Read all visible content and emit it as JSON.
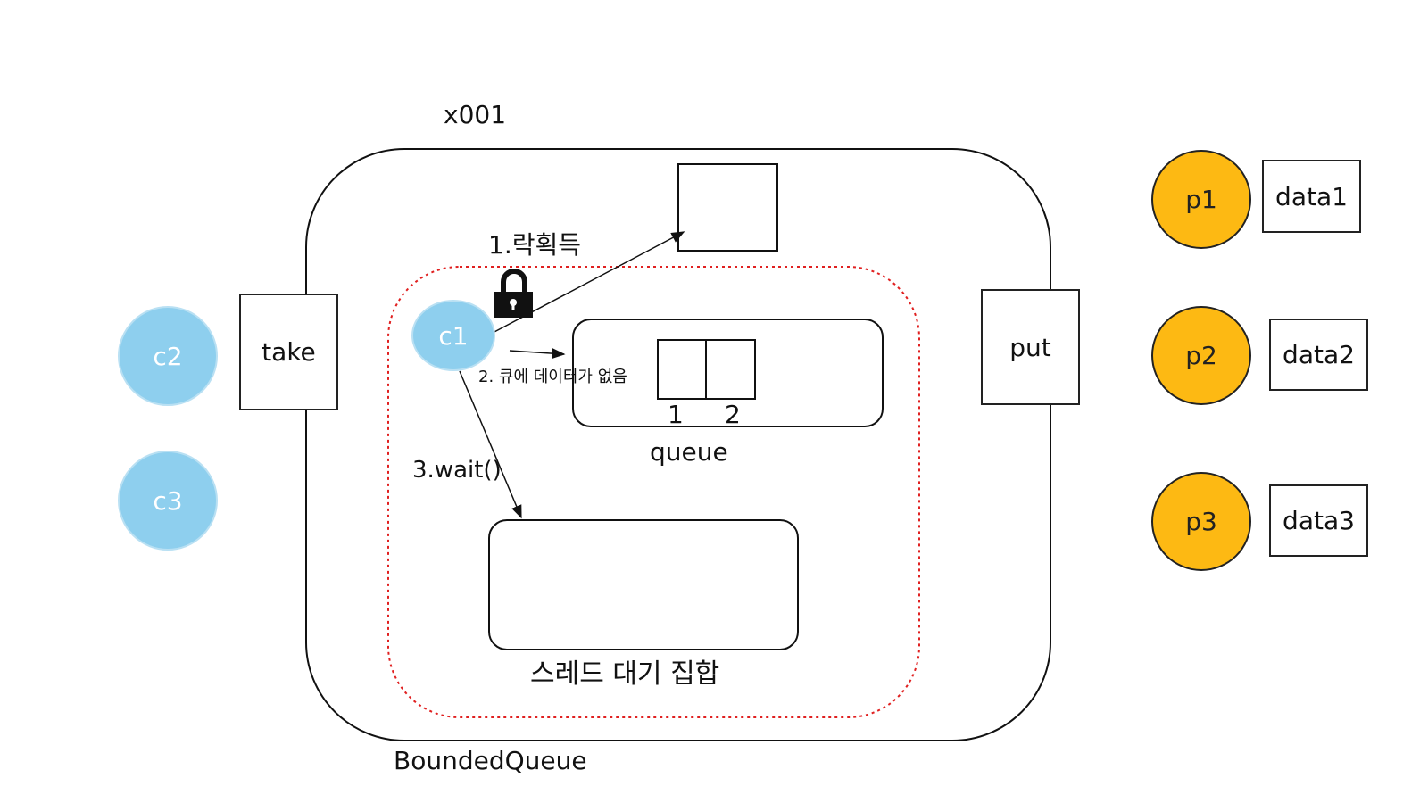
{
  "diagram": {
    "object_id": "x001",
    "object_name": "BoundedQueue",
    "take_label": "take",
    "put_label": "put",
    "queue_label": "queue",
    "queue_slots": [
      "1",
      "2"
    ],
    "wait_set_label": "스레드 대기 집합",
    "steps": {
      "step1": "1.락획득",
      "step2": "2. 큐에 데이터가 없음",
      "step3": "3.wait()"
    },
    "consumers": [
      "c1",
      "c2",
      "c3"
    ],
    "producers": [
      {
        "name": "p1",
        "data": "data1"
      },
      {
        "name": "p2",
        "data": "data2"
      },
      {
        "name": "p3",
        "data": "data3"
      }
    ],
    "colors": {
      "consumer": "#8ecfee",
      "producer": "#fdb913",
      "sync_region": "#e02020"
    },
    "icons": {
      "lock": "lock-icon"
    }
  }
}
